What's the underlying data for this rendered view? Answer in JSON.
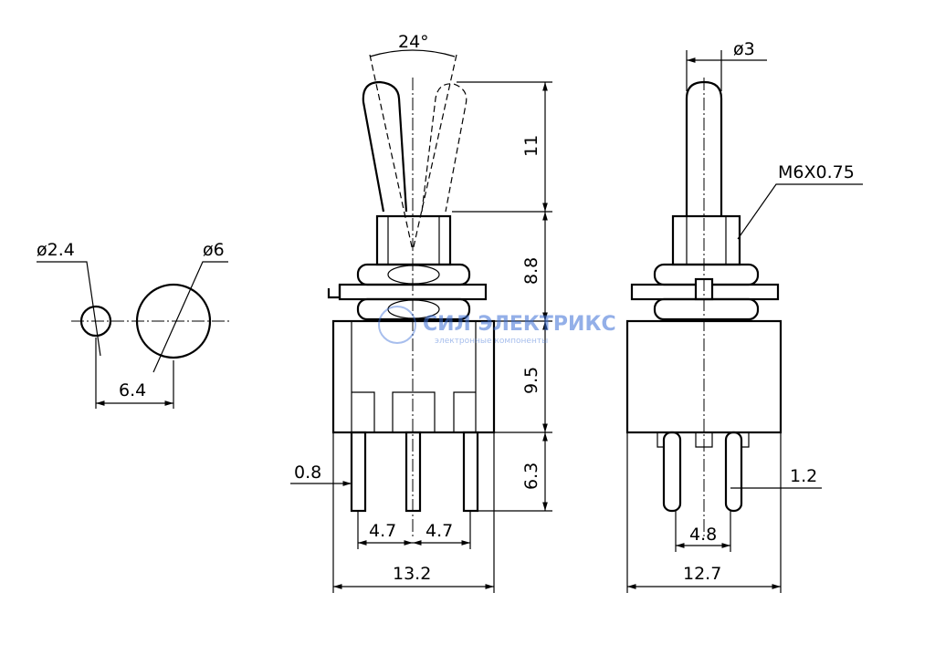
{
  "hole_view": {
    "small_hole_dia": "ø2.4",
    "large_hole_dia": "ø6",
    "spacing": "6.4"
  },
  "front_view": {
    "angle": "24°",
    "lever_height": "11",
    "bushing_height": "8.8",
    "body_height": "9.5",
    "pin_length": "6.3",
    "pin_thickness": "0.8",
    "pin_pitch_left": "4.7",
    "pin_pitch_right": "4.7",
    "body_width": "13.2"
  },
  "side_view": {
    "lever_dia": "ø3",
    "thread": "M6X0.75",
    "pin_width": "1.2",
    "pin_pitch": "4.8",
    "body_width": "12.7"
  },
  "watermark": {
    "brand": "СИЛ ЭЛЕКТРИКС",
    "tagline": "электронные компоненты"
  }
}
